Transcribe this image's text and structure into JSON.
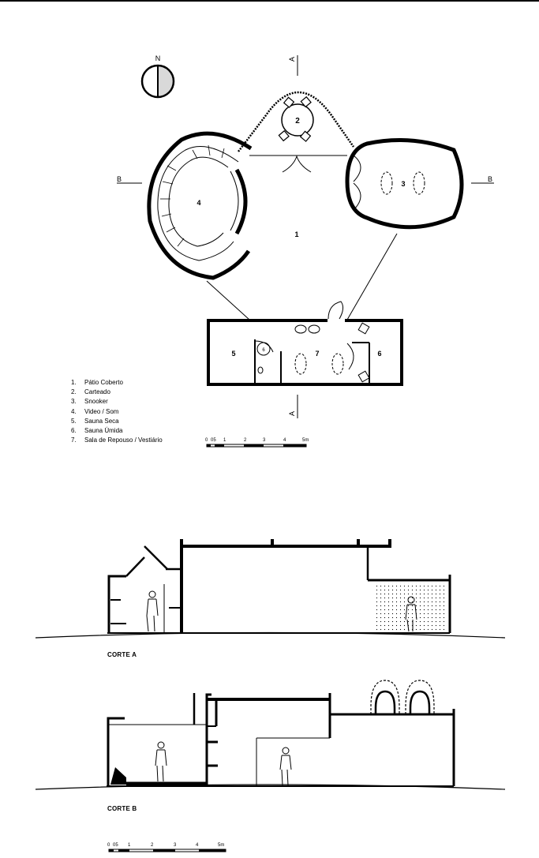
{
  "plan": {
    "north": "N",
    "section_a": "A",
    "section_b": "B",
    "room_numbers": [
      "1",
      "2",
      "3",
      "4",
      "5",
      "6",
      "7"
    ],
    "legend": [
      {
        "num": "1.",
        "label": "Pátio Coberto"
      },
      {
        "num": "2.",
        "label": "Carteado"
      },
      {
        "num": "3.",
        "label": "Snooker"
      },
      {
        "num": "4.",
        "label": "Video / Som"
      },
      {
        "num": "5.",
        "label": "Sauna Seca"
      },
      {
        "num": "6.",
        "label": "Sauna Úmida"
      },
      {
        "num": "7.",
        "label": "Sala de Repouso / Vestiário"
      }
    ],
    "scale": {
      "ticks": [
        "0",
        "05",
        "1",
        "2",
        "3",
        "4",
        "5m"
      ]
    }
  },
  "sections": {
    "corte_a": "CORTE A",
    "corte_b": "CORTE B",
    "scale": {
      "ticks": [
        "0",
        "05",
        "1",
        "2",
        "3",
        "4",
        "5m"
      ]
    }
  }
}
